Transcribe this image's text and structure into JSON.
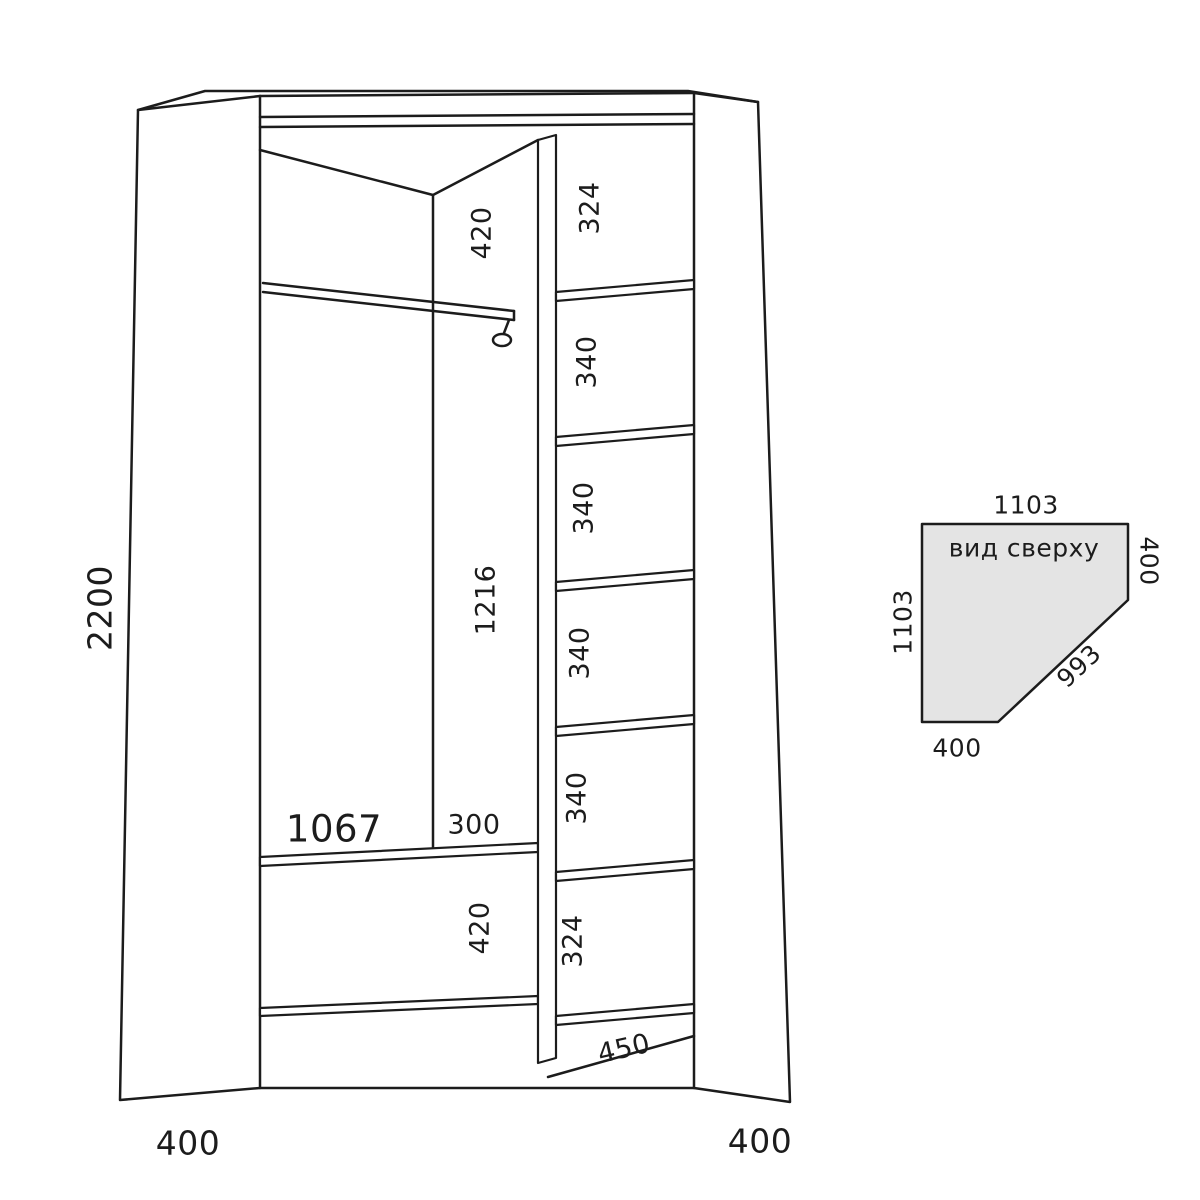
{
  "front_view": {
    "overall_height": "2200",
    "left_side_depth": "400",
    "right_side_depth": "400",
    "left_section": {
      "top_gap": "420",
      "hanging_space": "1216",
      "shelf_depth": "300",
      "section_width": "1067",
      "bottom_gap": "420"
    },
    "shelf_column": {
      "compartments": [
        "324",
        "340",
        "340",
        "340",
        "340",
        "324"
      ],
      "shelf_width": "450"
    }
  },
  "top_view": {
    "label": "вид сверху",
    "top_width": "1103",
    "right_depth": "400",
    "left_depth": "1103",
    "front_diagonal": "993",
    "bottom_depth": "400"
  },
  "colors": {
    "line": "#1c1c1c",
    "top_view_fill": "#e4e4e4",
    "background": "#ffffff"
  }
}
